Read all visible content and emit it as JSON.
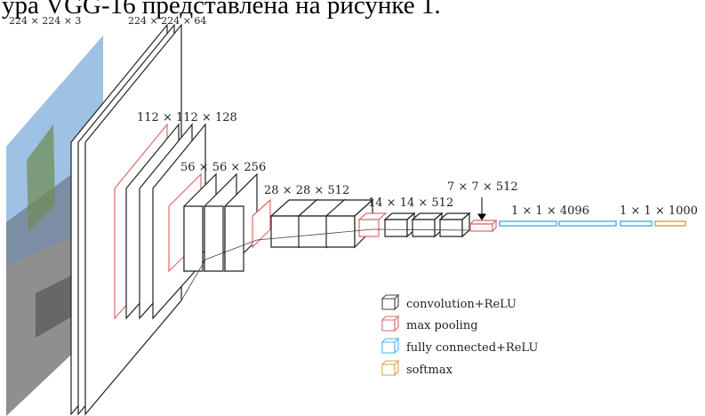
{
  "caption_fragment": "ура VGG-16 представлена на рисунке 1.",
  "colors": {
    "convolution": "#444444",
    "pooling": "#e06a6a",
    "fully_connected": "#48b8e6",
    "softmax": "#d9a44a"
  },
  "dimension_labels": [
    "224 × 224 × 3",
    "224 × 224 × 64",
    "112 × 112 × 128",
    "56 × 56 × 256",
    "28 × 28 × 512",
    "14 × 14 × 512",
    "7 × 7 × 512",
    "1 × 1 × 4096",
    "1 × 1 × 1000"
  ],
  "legend": [
    {
      "label": "convolution+ReLU",
      "color": "#444444"
    },
    {
      "label": "max pooling",
      "color": "#e06a6a"
    },
    {
      "label": "fully connected+ReLU",
      "color": "#48b8e6"
    },
    {
      "label": "softmax",
      "color": "#d9a44a"
    }
  ]
}
